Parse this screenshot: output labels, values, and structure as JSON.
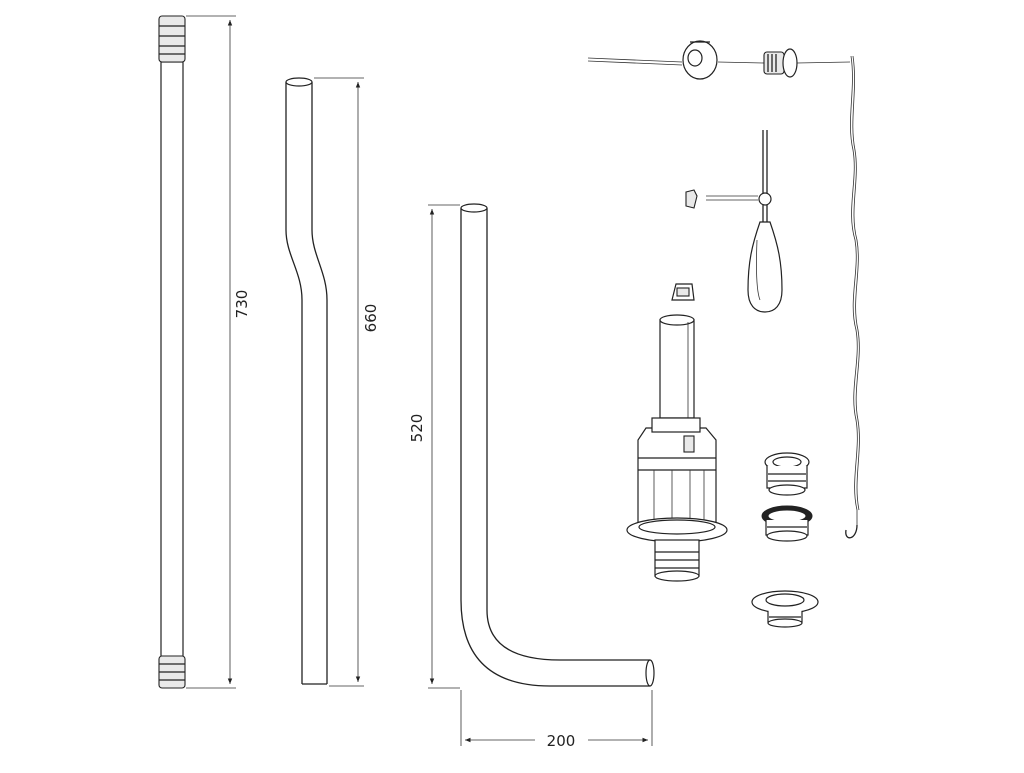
{
  "dimensions": {
    "straight_pipe": "730",
    "offset_pipe": "660",
    "bent_pipe_height": "520",
    "bent_pipe_width": "200"
  },
  "colors": {
    "line": "#222222",
    "background": "#ffffff"
  }
}
